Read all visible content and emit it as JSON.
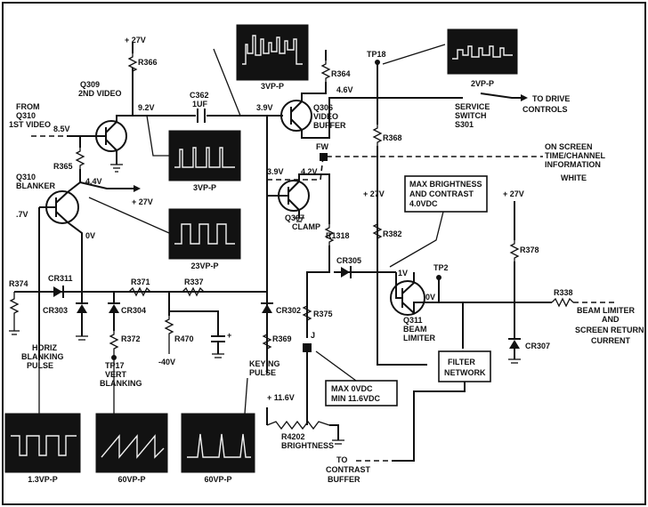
{
  "labels": {
    "p27v_top": "+ 27V",
    "r366": "R366",
    "q309_a": "Q309",
    "q309_b": "2ND VIDEO",
    "v9_2": "9.2V",
    "from_a": "FROM",
    "from_b": "Q310",
    "from_c": "1ST VIDEO",
    "v8_5": "8.5V",
    "c362_a": "C362",
    "c362_b": "1UF",
    "v3_9a": "3.9V",
    "q306_a": "Q306",
    "q306_b": "VIDEO",
    "q306_c": "BUFFER",
    "r364": "R364",
    "v4_6": "4.6V",
    "tp18": "TP18",
    "service_a": "SERVICE",
    "service_b": "SWITCH",
    "service_c": "S301",
    "to_drive_a": "TO DRIVE",
    "to_drive_b": "CONTROLS",
    "r368": "R368",
    "fw": "FW",
    "onscreen_a": "ON SCREEN",
    "onscreen_b": "TIME/CHANNEL",
    "onscreen_c": "INFORMATION",
    "onscreen_d": "WHITE",
    "r365": "R365",
    "q310_a": "Q310",
    "q310_b": "BLANKER",
    "v4_4": "4.4V",
    "p27v_mid": "+ 27V",
    "v_7": ".7V",
    "v0_a": "0V",
    "v3_9b": "3.9V",
    "v4_2": "4.2V",
    "q307_a": "Q307",
    "q307_b": "CLAMP",
    "max_bright_a": "MAX BRIGHTNESS",
    "max_bright_b": "AND CONTRAST",
    "max_bright_c": "4.0VDC",
    "p27v_r1": "+ 27V",
    "p27v_r2": "+ 27V",
    "r1318": "R1318",
    "r382": "R382",
    "r378": "R378",
    "cr305": "CR305",
    "v1": "1V",
    "tp2": "TP2",
    "v0_b": "0V",
    "q311_a": "Q311",
    "q311_b": "BEAM",
    "q311_c": "LIMITER",
    "r338": "R338",
    "beam_a": "BEAM LIMITER",
    "beam_b": "AND",
    "beam_c": "SCREEN RETURN",
    "beam_d": "CURRENT",
    "r374": "R374",
    "cr311": "CR311",
    "r371": "R371",
    "r337": "R337",
    "cr303": "CR303",
    "cr304": "CR304",
    "cr302": "CR302",
    "r375": "R375",
    "r372": "R372",
    "r470": "R470",
    "r369": "R369",
    "cr307": "CR307",
    "horiz_a": "HORIZ",
    "horiz_b": "BLANKING",
    "horiz_c": "PULSE",
    "tp17_a": "TP17",
    "tp17_b": "VERT",
    "tp17_c": "BLANKING",
    "m40v": "-40V",
    "keying_a": "KEYING",
    "keying_b": "PULSE",
    "filter_a": "FILTER",
    "filter_b": "NETWORK",
    "j": "J",
    "maxovdc_a": "MAX 0VDC",
    "maxovdc_b": "MIN 11.6VDC",
    "p11_6v": "+ 11.6V",
    "r4202": "R4202",
    "brightness": "BRIGHTNESS",
    "to_contrast_a": "TO",
    "to_contrast_b": "CONTRAST",
    "to_contrast_c": "BUFFER",
    "plus_sign": "+"
  },
  "scopes": {
    "s3vpp_top": "3VP-P",
    "s2vpp": "2VP-P",
    "s3vpp_mid": "3VP-P",
    "s23vpp": "23VP-P",
    "s1_3vpp": "1.3VP-P",
    "s60vpp_a": "60VP-P",
    "s60vpp_b": "60VP-P"
  }
}
